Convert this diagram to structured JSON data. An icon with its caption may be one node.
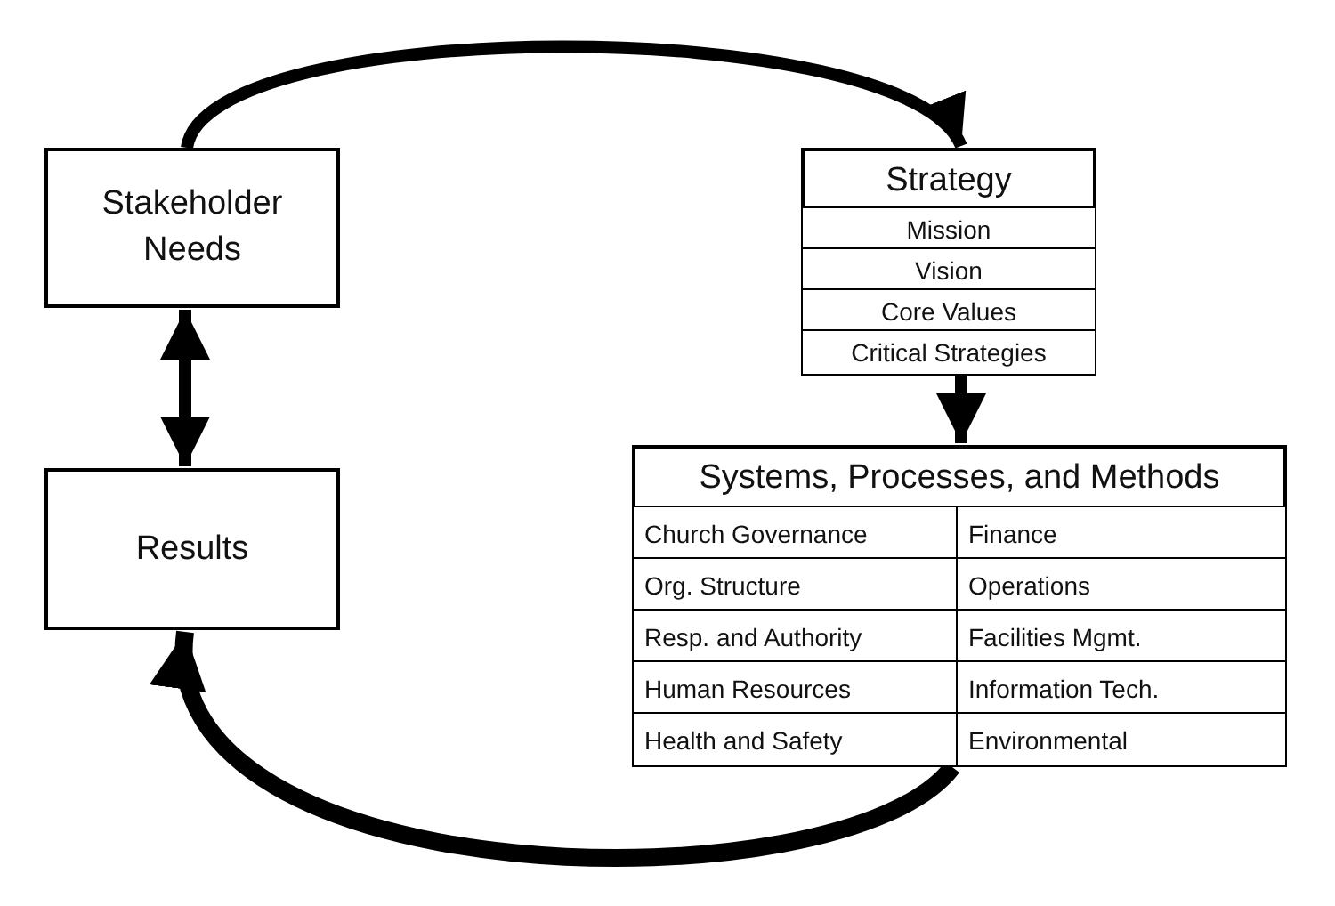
{
  "diagram": {
    "nodes": [
      {
        "text": [
          "Stakeholder Needs"
        ]
      },
      {
        "text": [
          "Results"
        ]
      },
      {
        "text": [
          "Strategy"
        ]
      },
      {
        "text": [
          "Mission"
        ],
        "in": 2
      },
      {
        "text": [
          "Vision"
        ],
        "in": 2
      },
      {
        "text": [
          "Core Values"
        ],
        "in": 2
      },
      {
        "text": [
          "Critical Strategies"
        ],
        "in": 2
      },
      {
        "text": [
          "Systems, Processes, and Methods"
        ]
      },
      {
        "text": [
          "Church Governance"
        ],
        "in": 7
      },
      {
        "text": [
          "Finance"
        ],
        "in": 7
      },
      {
        "text": [
          "Org. Structure"
        ],
        "in": 7
      },
      {
        "text": [
          "Operations"
        ],
        "in": 7
      },
      {
        "text": [
          "Resp. and Authority"
        ],
        "in": 7
      },
      {
        "text": [
          "Facilities Mgmt."
        ],
        "in": 7
      },
      {
        "text": [
          "Human Resources"
        ],
        "in": 7
      },
      {
        "text": [
          "Information Tech."
        ],
        "in": 7
      },
      {
        "text": [
          "Health and Safety"
        ],
        "in": 7
      },
      {
        "text": [
          "Environmental"
        ],
        "in": 7
      }
    ],
    "edges": [
      {
        "from": 0,
        "to": 2,
        "arrow": "to"
      },
      {
        "from": 0,
        "to": 1,
        "arrow": "both"
      },
      {
        "from": 2,
        "to": 7,
        "arrow": "to"
      },
      {
        "from": 7,
        "to": 1,
        "arrow": "to"
      }
    ]
  }
}
